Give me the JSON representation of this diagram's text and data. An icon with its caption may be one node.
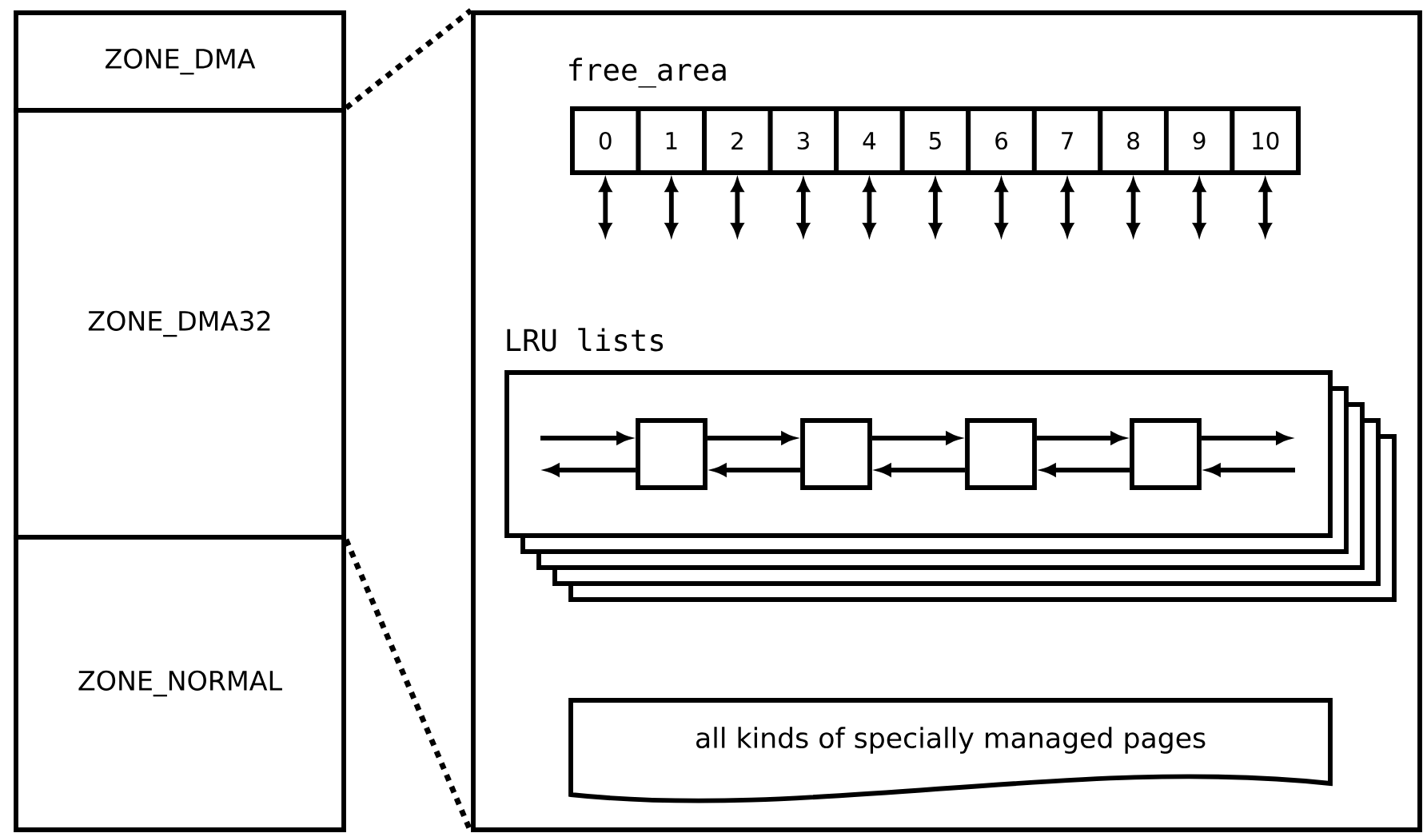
{
  "diagram": {
    "nodes": [
      {
        "text": [
          "ZONE_DMA"
        ]
      },
      {
        "text": [
          "ZONE_DMA32"
        ]
      },
      {
        "text": [
          "ZONE_NORMAL"
        ]
      },
      {
        "text": [],
        "shape": "box"
      },
      {
        "text": [
          "free_area"
        ],
        "in": 3
      },
      {
        "text": [
          "0"
        ],
        "in": 4
      },
      {
        "text": [
          "1"
        ],
        "in": 4
      },
      {
        "text": [
          "2"
        ],
        "in": 4
      },
      {
        "text": [
          "3"
        ],
        "in": 4
      },
      {
        "text": [
          "4"
        ],
        "in": 4
      },
      {
        "text": [
          "5"
        ],
        "in": 4
      },
      {
        "text": [
          "6"
        ],
        "in": 4
      },
      {
        "text": [
          "7"
        ],
        "in": 4
      },
      {
        "text": [
          "8"
        ],
        "in": 4
      },
      {
        "text": [
          "9"
        ],
        "in": 4
      },
      {
        "text": [
          "10"
        ],
        "in": 4
      },
      {
        "text": [
          "LRU lists"
        ],
        "in": 3
      },
      {
        "text": [],
        "shape": "box",
        "in": 16
      },
      {
        "text": [],
        "shape": "box",
        "in": 16
      },
      {
        "text": [],
        "shape": "box",
        "in": 16
      },
      {
        "text": [],
        "shape": "box",
        "in": 16
      },
      {
        "text": [
          "all kinds of specially managed pages"
        ],
        "in": 3
      }
    ],
    "edges": [
      {
        "from": 1,
        "to": 3,
        "arrow": "none",
        "style": "dashed"
      },
      {
        "from": 1,
        "to": 3,
        "arrow": "none",
        "style": "dashed"
      },
      {
        "from": 5,
        "to": null,
        "arrow": "both"
      },
      {
        "from": 6,
        "to": null,
        "arrow": "both"
      },
      {
        "from": 7,
        "to": null,
        "arrow": "both"
      },
      {
        "from": 8,
        "to": null,
        "arrow": "both"
      },
      {
        "from": 9,
        "to": null,
        "arrow": "both"
      },
      {
        "from": 10,
        "to": null,
        "arrow": "both"
      },
      {
        "from": 11,
        "to": null,
        "arrow": "both"
      },
      {
        "from": 12,
        "to": null,
        "arrow": "both"
      },
      {
        "from": 13,
        "to": null,
        "arrow": "both"
      },
      {
        "from": 14,
        "to": null,
        "arrow": "both"
      },
      {
        "from": 15,
        "to": null,
        "arrow": "both"
      },
      {
        "from": null,
        "to": 17,
        "arrow": "to"
      },
      {
        "from": 17,
        "to": 18,
        "arrow": "to"
      },
      {
        "from": 18,
        "to": 19,
        "arrow": "to"
      },
      {
        "from": 19,
        "to": 20,
        "arrow": "to"
      },
      {
        "from": 20,
        "to": null,
        "arrow": "to"
      },
      {
        "from": 17,
        "to": null,
        "arrow": "to"
      },
      {
        "from": 18,
        "to": 17,
        "arrow": "to"
      },
      {
        "from": 19,
        "to": 18,
        "arrow": "to"
      },
      {
        "from": 20,
        "to": 19,
        "arrow": "to"
      },
      {
        "from": null,
        "to": 20,
        "arrow": "to"
      }
    ]
  }
}
